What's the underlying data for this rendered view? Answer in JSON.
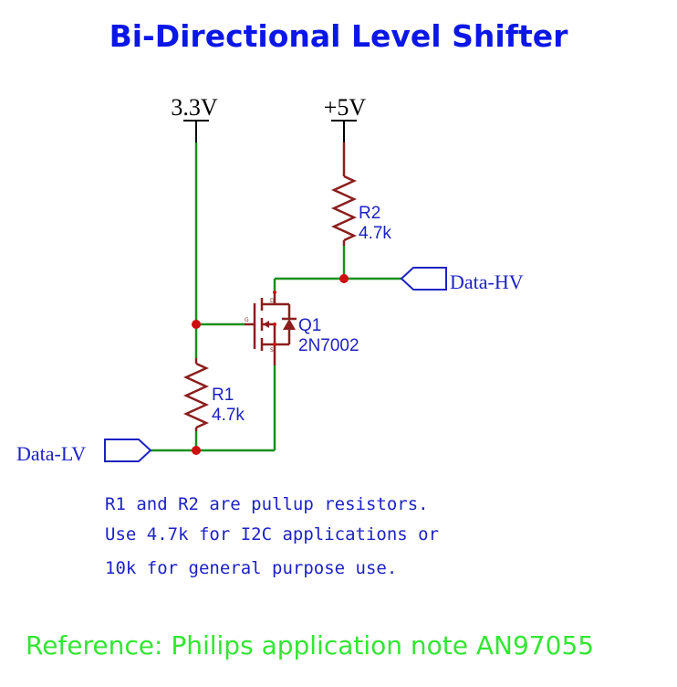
{
  "title": "Bi-Directional Level Shifter",
  "rails": {
    "low": "3.3V",
    "high": "+5V"
  },
  "components": {
    "r1": {
      "ref": "R1",
      "value": "4.7k"
    },
    "r2": {
      "ref": "R2",
      "value": "4.7k"
    },
    "q1": {
      "ref": "Q1",
      "part": "2N7002",
      "pins": {
        "drain": "D",
        "gate": "G",
        "source": "S"
      }
    }
  },
  "ports": {
    "lv": "Data-LV",
    "hv": "Data-HV"
  },
  "notes": [
    "R1 and R2 are pullup resistors.",
    "Use 4.7k for I2C applications or",
    "10k for general purpose use."
  ],
  "reference": "Reference: Philips application note AN97055",
  "colors": {
    "title": "#0a17e6",
    "wire": "#1a8f1a",
    "component": "#8b1e1e",
    "junction": "#cc1010",
    "label": "#1d22c4",
    "rail": "#000000",
    "reference": "#33e633"
  }
}
